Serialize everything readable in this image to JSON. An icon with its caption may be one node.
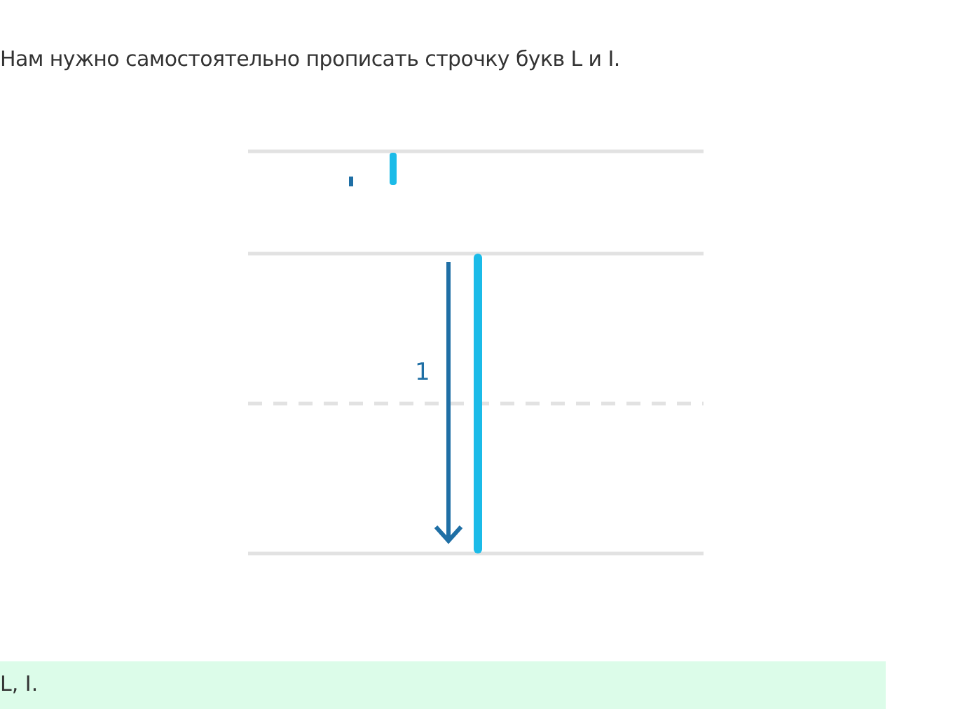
{
  "diagram": {
    "title": "Нам нужно самостоятельно прописать строчку букв L и I.",
    "nodes": [
      {
        "text": [
          "L, I."
        ]
      }
    ],
    "labels": [
      "1"
    ]
  }
}
